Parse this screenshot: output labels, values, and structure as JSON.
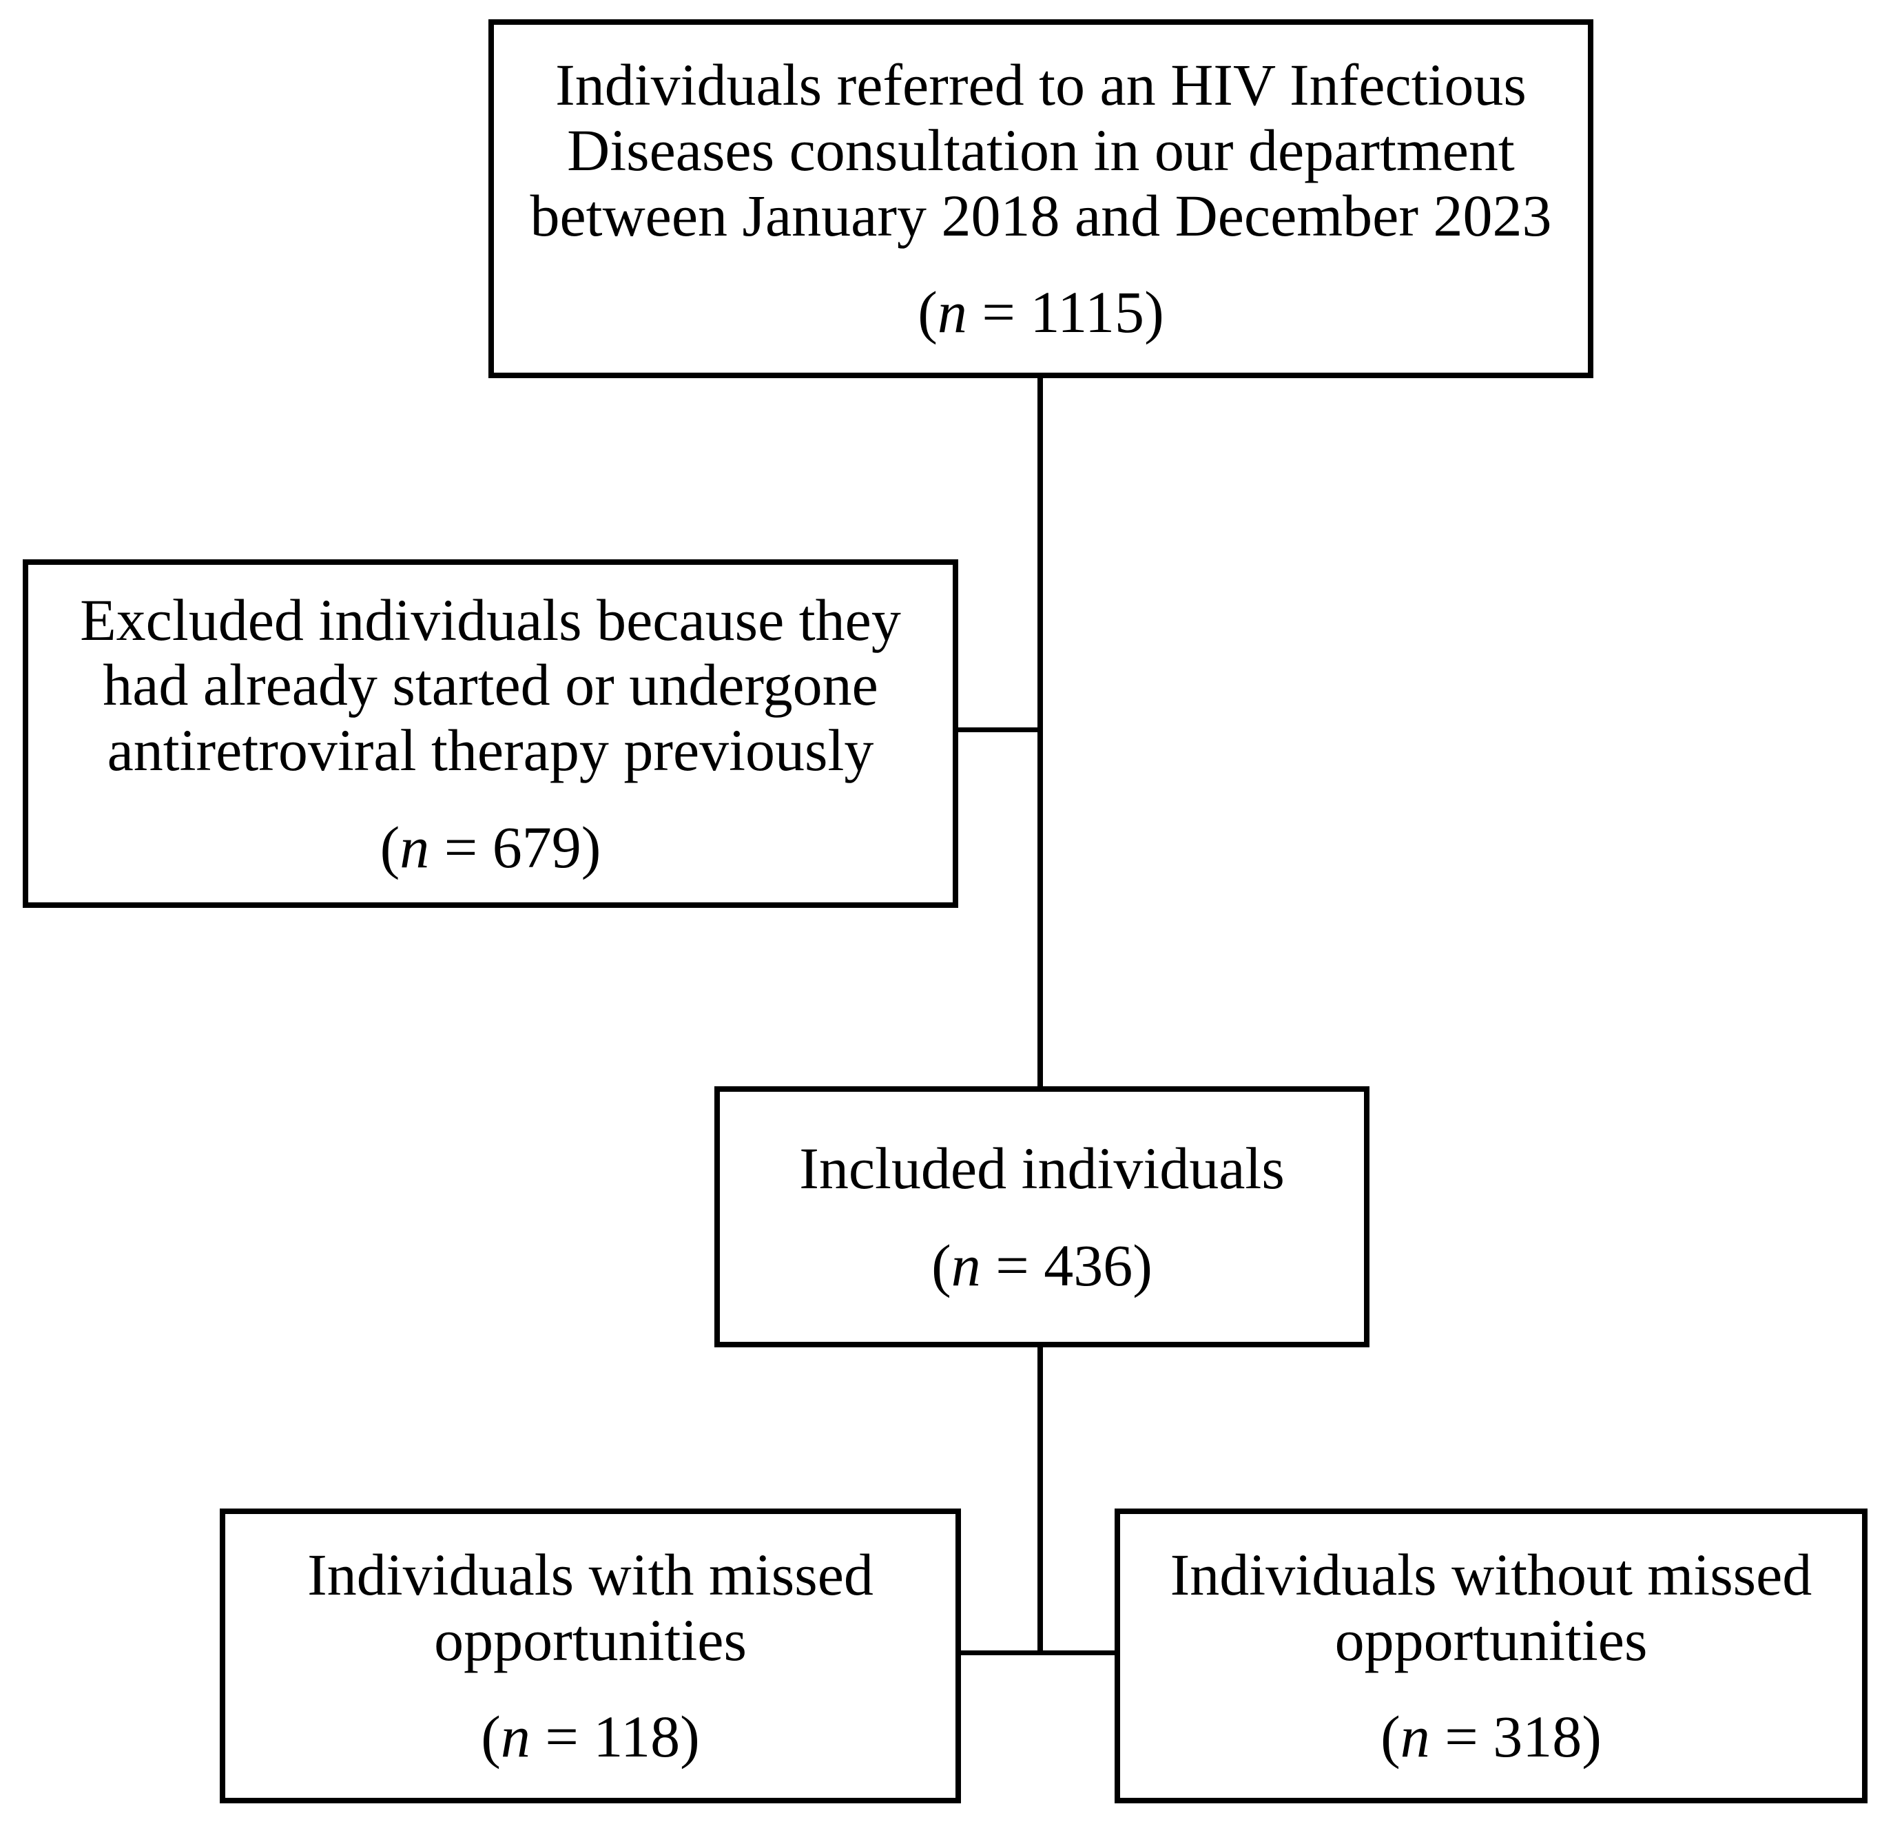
{
  "canvas": {
    "background": "#ffffff",
    "ink": "#000000"
  },
  "n_format": {
    "open": "(",
    "var": "n",
    "eq": " = ",
    "close": ")"
  },
  "boxes": {
    "referred": {
      "lines": [
        "Individuals referred to an HIV Infectious",
        "Diseases consultation in our department",
        "between January 2018 and December 2023"
      ],
      "n_value": "1115"
    },
    "excluded": {
      "lines": [
        "Excluded individuals because they",
        "had already started or undergone",
        "antiretroviral therapy previously"
      ],
      "n_value": "679"
    },
    "included": {
      "lines": [
        "Included individuals"
      ],
      "n_value": "436"
    },
    "missed": {
      "lines": [
        "Individuals with missed",
        "opportunities"
      ],
      "n_value": "118"
    },
    "without_missed": {
      "lines": [
        "Individuals without missed",
        "opportunities"
      ],
      "n_value": "318"
    }
  }
}
